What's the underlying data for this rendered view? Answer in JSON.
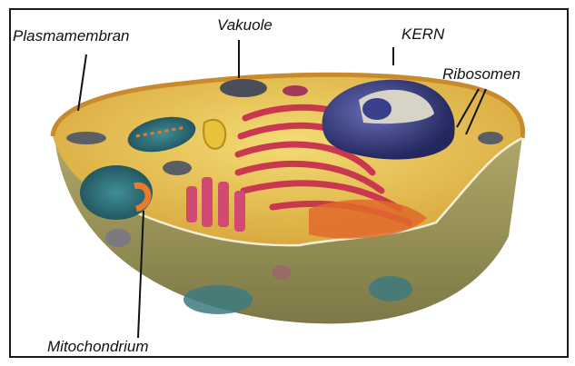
{
  "labels": {
    "plasmamembran": "Plasmamembran",
    "vakuole": "Vakuole",
    "kern": "KERN",
    "ribosomen": "Ribosomen",
    "mitochondrium": "Mitochondrium"
  },
  "colors": {
    "border": "#1a1a1a",
    "cytoplasm_top": "#e8c64a",
    "cytoplasm_side": "#9a9256",
    "nucleus": "#3b3f86",
    "er": "#c9384e",
    "mitochondria": "#2f6e78"
  }
}
